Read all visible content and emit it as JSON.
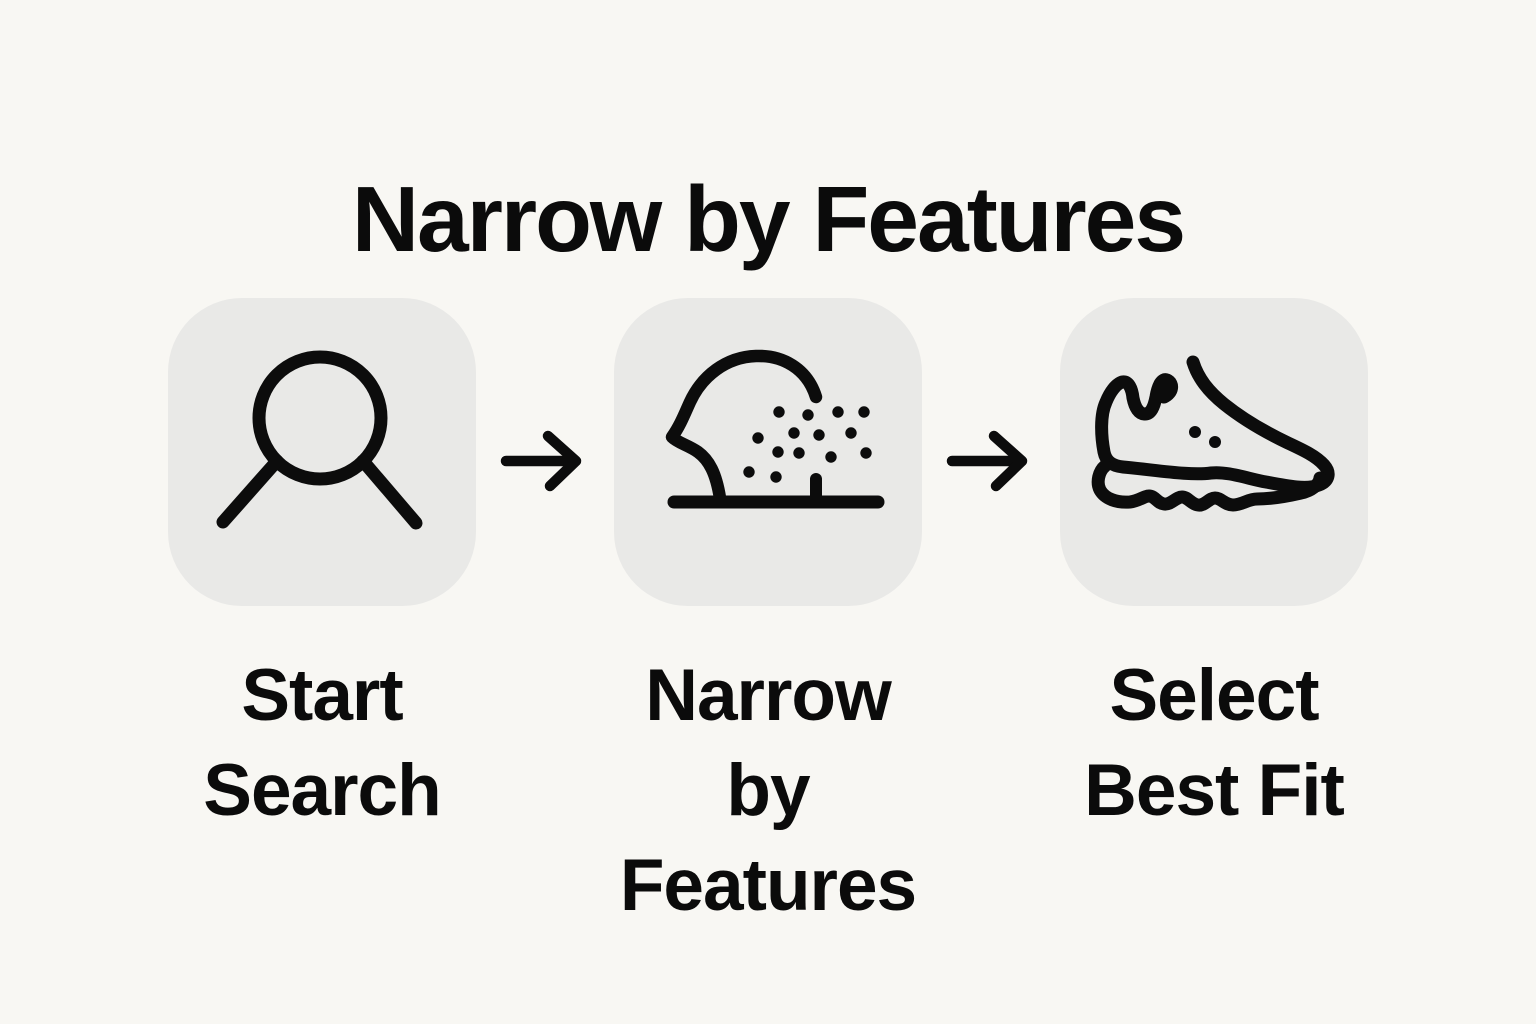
{
  "title": "Narrow by Features",
  "colors": {
    "background": "#f8f7f3",
    "card": "#e9e9e7",
    "ink": "#0b0b0b"
  },
  "steps": [
    {
      "id": "start-search",
      "icon": "search-icon",
      "label": "Start\nSearch"
    },
    {
      "id": "narrow-by-features",
      "icon": "filter-spray-icon",
      "label": "Narrow\nby\nFeatures"
    },
    {
      "id": "select-best-fit",
      "icon": "sneaker-icon",
      "label": "Select\nBest Fit"
    }
  ],
  "arrows": [
    {
      "glyph": "→"
    },
    {
      "glyph": "→"
    }
  ]
}
